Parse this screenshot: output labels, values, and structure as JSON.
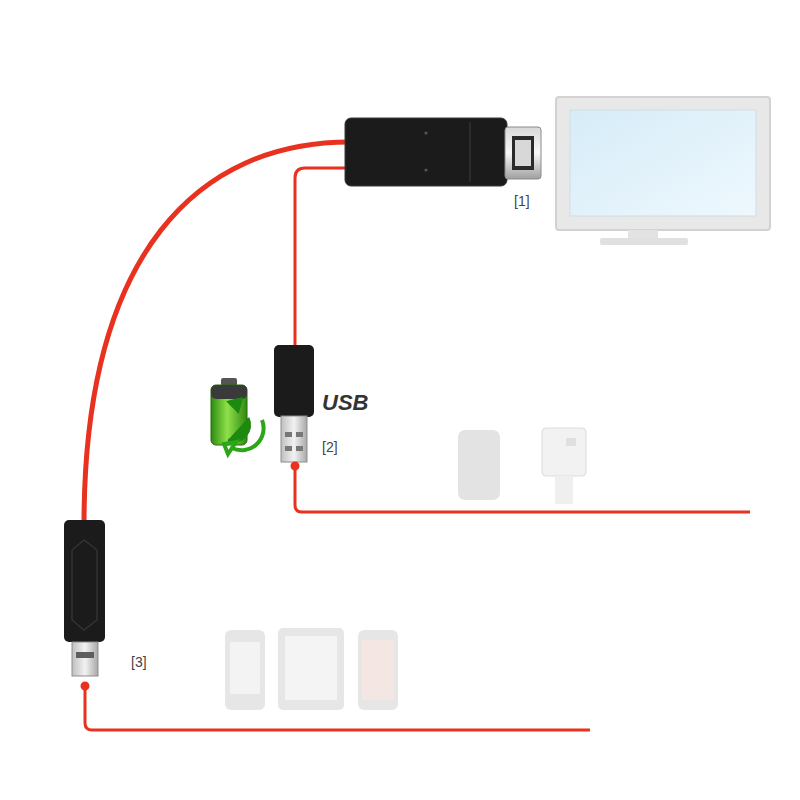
{
  "diagram": {
    "labels": [
      "[1]",
      "USB",
      "[2]",
      "[3]"
    ]
  }
}
